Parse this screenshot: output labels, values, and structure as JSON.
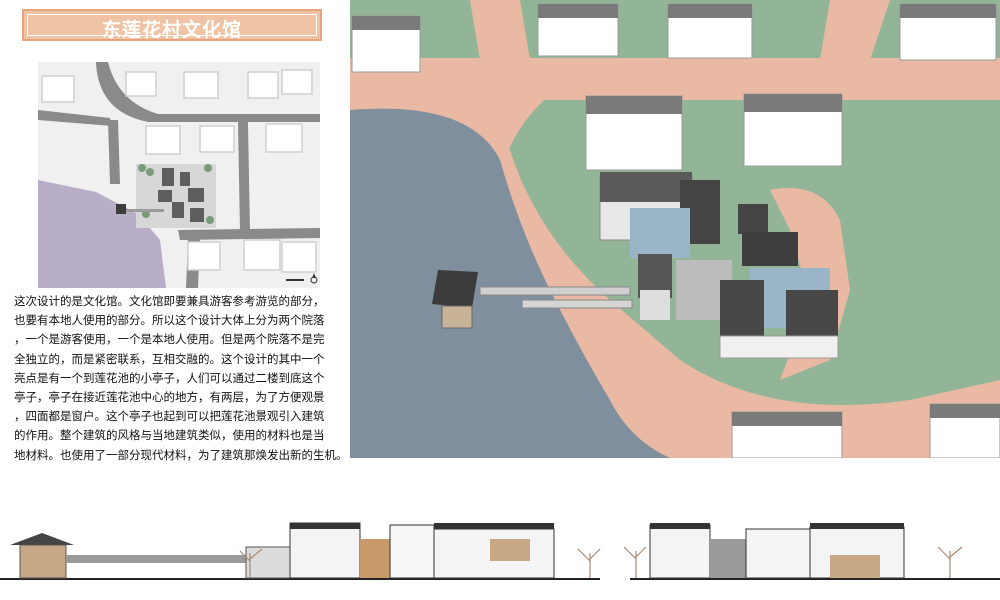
{
  "header": {
    "title": "东莲花村文化馆"
  },
  "description": {
    "lines": [
      "这次设计的是文化馆。文化馆即要兼具游客参考游览的部分，",
      "也要有本地人使用的部分。所以这个设计大体上分为两个院落",
      "，一个是游客使用，一个是本地人使用。但是两个院落不是完",
      "全独立的，而是紧密联系，互相交融的。这个设计的其中一个",
      "亮点是有一个到莲花池的小亭子，人们可以通过二楼到底这个",
      "亭子，亭子在接近莲花池中心的地方，有两层，为了方便观景",
      "，四面都是窗户。这个亭子也起到可以把莲花池景观引入建筑",
      "的作用。整个建筑的风格与当地建筑类似，使用的材料也是当",
      "地材料。也使用了一部分现代材料，为了建筑那焕发出新的生机。"
    ]
  },
  "colors": {
    "title_bg": "#efc3a4",
    "title_border": "#e8a27c",
    "grass": "#93b597",
    "path": "#eab9a4",
    "water": "#8191a0",
    "plan_water": "#b8aec8",
    "roof": "#6c6c6c"
  },
  "icons": {
    "north_arrow": "north-arrow-icon"
  }
}
